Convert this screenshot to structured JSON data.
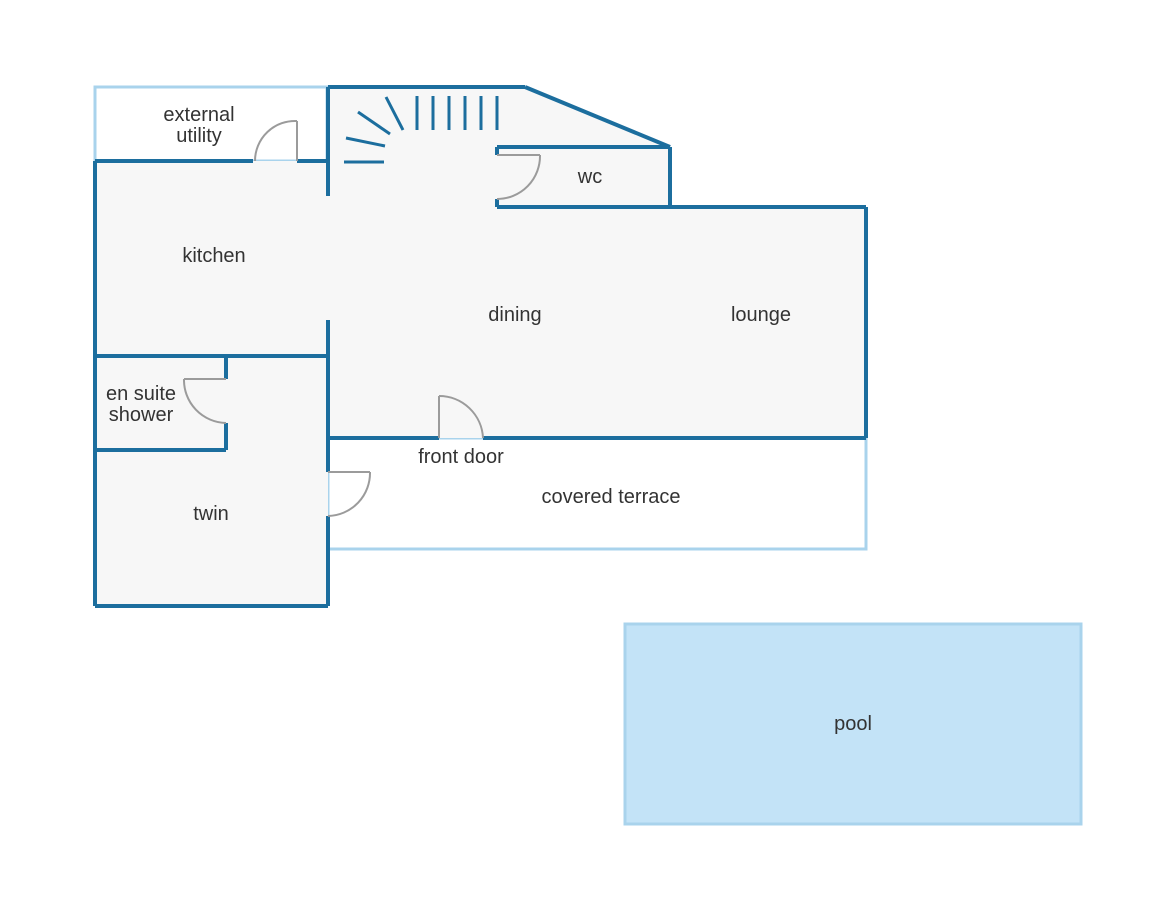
{
  "colors": {
    "wall": "#1c6e9e",
    "outline": "#a9d3ec",
    "floor": "#f7f7f7",
    "pool": "#c3e3f7",
    "door": "#9b9b9b",
    "text": "#333333"
  },
  "rooms": {
    "external_utility": {
      "line1": "external",
      "line2": "utility"
    },
    "kitchen": "kitchen",
    "wc": "wc",
    "dining": "dining",
    "lounge": "lounge",
    "en_suite": {
      "line1": "en suite",
      "line2": "shower"
    },
    "twin": "twin",
    "front_door": "front door",
    "covered_terrace": "covered terrace",
    "pool": "pool"
  }
}
